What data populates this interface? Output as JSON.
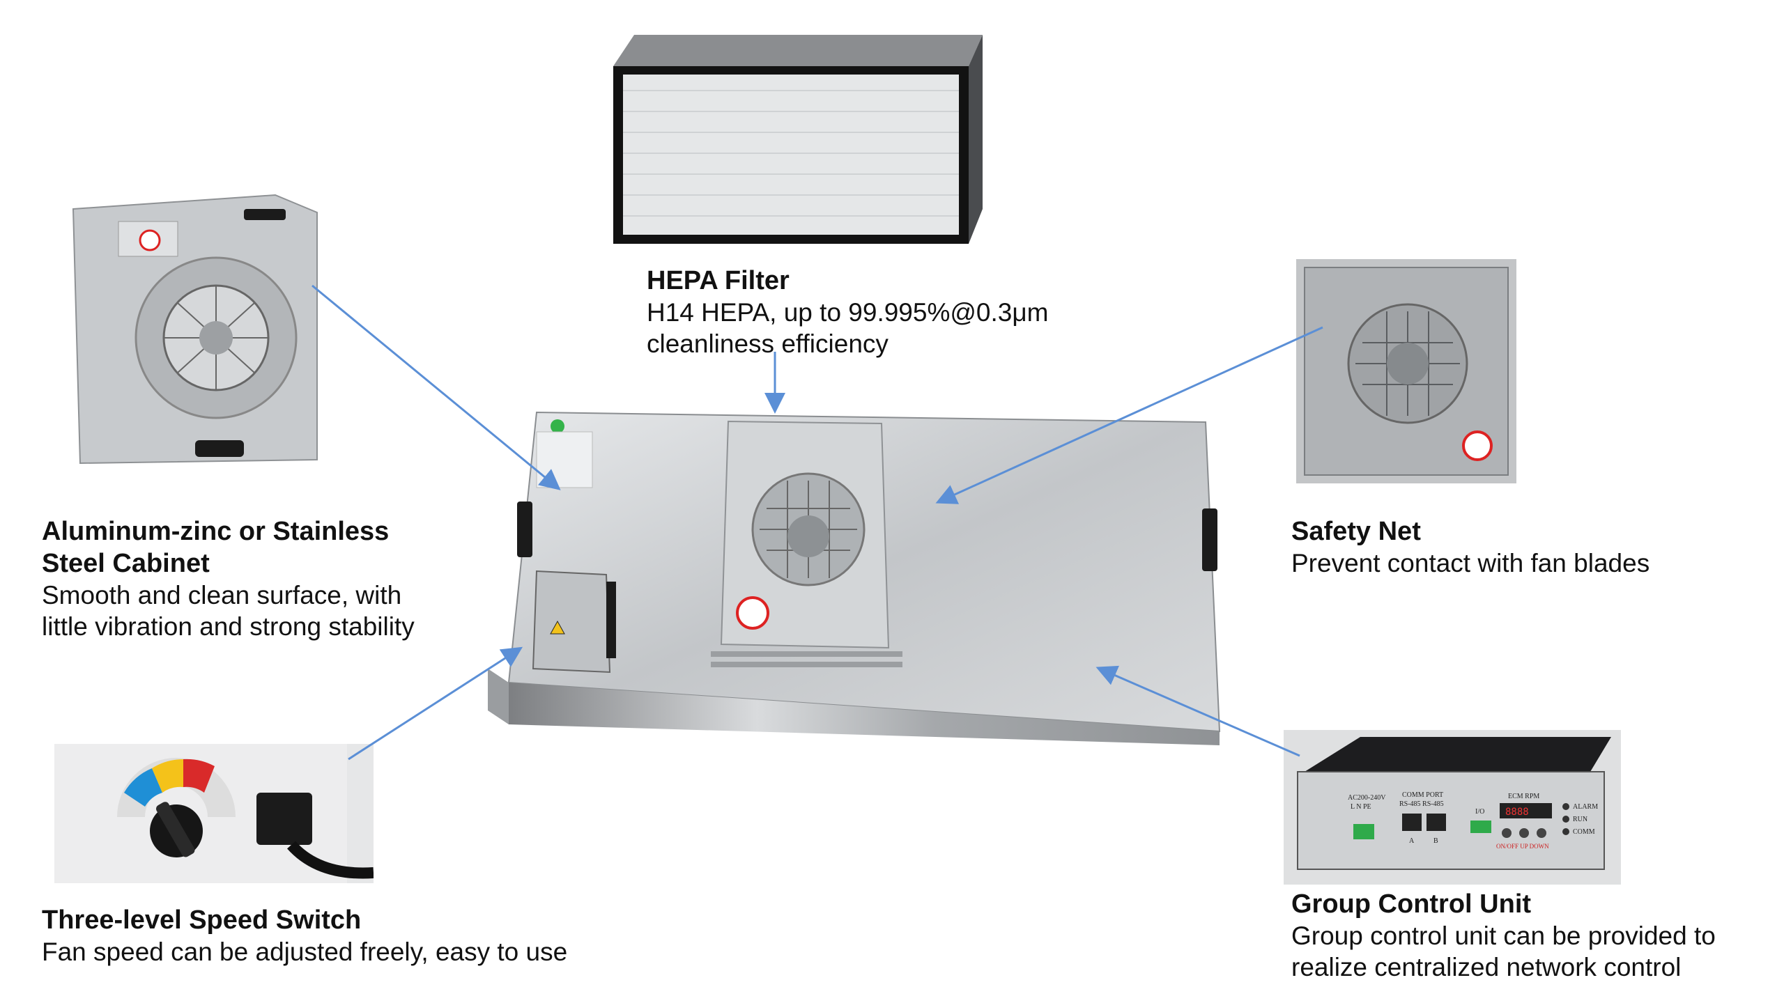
{
  "callouts": {
    "hepa": {
      "title": "HEPA Filter",
      "lines": [
        "H14 HEPA, up to 99.995%@0.3μm",
        "cleanliness efficiency"
      ]
    },
    "cabinet": {
      "title_lines": [
        "Aluminum-zinc or Stainless",
        "Steel Cabinet"
      ],
      "lines": [
        "Smooth and clean surface, with",
        "little vibration and strong stability"
      ]
    },
    "safety": {
      "title": "Safety Net",
      "lines": [
        "Prevent contact with fan blades"
      ]
    },
    "speed": {
      "title": "Three-level Speed Switch",
      "lines": [
        "Fan speed can be adjusted freely, easy to use"
      ]
    },
    "group": {
      "title": "Group Control Unit",
      "lines": [
        "Group control unit can be provided to",
        "realize centralized network control"
      ]
    }
  },
  "control_panel_labels": {
    "power": "AC200-240V",
    "power_pins": "L  N  PE",
    "comm": "COMM PORT",
    "comm_sub": "RS-485 RS-485",
    "port_a": "A",
    "port_b": "B",
    "io": "I/O",
    "ecm": "ECM RPM",
    "display": "8888",
    "alarm": "ALARM",
    "run": "RUN",
    "comm_led": "COMM",
    "buttons": "ON/OFF  UP  DOWN"
  },
  "colors": {
    "arrow": "#5b8fd6",
    "steel": "#b9bcbf",
    "cabinet_gray": "#c9ccd0",
    "box_black": "#1d1d1f"
  }
}
